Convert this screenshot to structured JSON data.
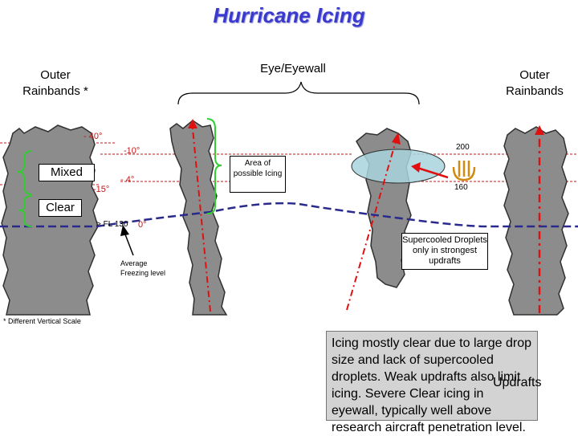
{
  "title": "Hurricane Icing",
  "labels": {
    "outer_rainbands_left": "Outer Rainbands *",
    "eye_eyewall": "Eye/Eyewall",
    "outer_rainbands_right": "Outer Rainbands",
    "temp_minus40": "- 40°",
    "temp_minus10": "-10°",
    "temp_minus15": "-15°",
    "temp_minus4": "- 4°",
    "temp_0": "0°",
    "mixed": "Mixed",
    "clear": "Clear",
    "fl130": "> FL 130",
    "area_of_possible_icing": "Area of possible Icing",
    "alt_200": "200",
    "alt_160": "160",
    "supercooled_droplets": "Supercooled Droplets only in strongest updrafts",
    "average_freezing_level": "Average Freezing level",
    "different_vertical_scale": "* Different Vertical Scale",
    "note": "Icing mostly clear due to large drop size and lack of supercooled droplets.  Weak updrafts also limit icing.  Severe Clear icing in eyewall, typically well above research aircraft penetration level.",
    "updrafts_legend": "Updrafts"
  },
  "colors": {
    "title": "#3a3ad0",
    "cloud_fill": "#8c8c8c",
    "cloud_edge": "#303030",
    "isotherm": "#c01818",
    "freezing_level": "#2a2a8c",
    "updraft": "#e01010",
    "bracket": "#33cc33",
    "icing_oval": "#a8d4dc",
    "icing_symbol": "#d08a10"
  },
  "icons": {
    "moderate_icing_symbol": "icing-symbol-icon"
  }
}
